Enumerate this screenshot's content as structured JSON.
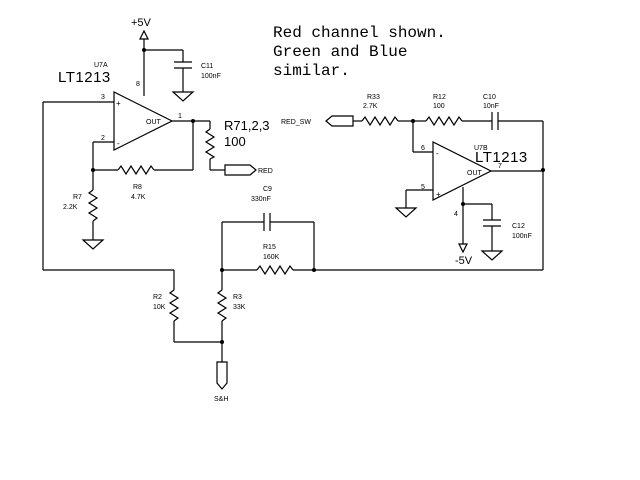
{
  "note": {
    "line1": "Red channel shown.",
    "line2": "Green and Blue",
    "line3": "similar."
  },
  "supplies": {
    "positive": "+5V",
    "negative": "-5V"
  },
  "u7a": {
    "ref": "U7A",
    "part": "LT1213",
    "output_label": "OUT",
    "pin_noninv": "3",
    "pin_inv": "2",
    "pin_out": "1",
    "pin_supply": "8",
    "sign_plus": "+",
    "sign_minus": "-"
  },
  "u7b": {
    "ref": "U7B",
    "part": "LT1213",
    "output_label": "OUT",
    "pin_inv": "6",
    "pin_noninv": "5",
    "pin_out": "7",
    "pin_supply": "4",
    "sign_plus": "+",
    "sign_minus": "-"
  },
  "components": {
    "c11": {
      "ref": "C11",
      "value": "100nF"
    },
    "c12": {
      "ref": "C12",
      "value": "100nF"
    },
    "r71": {
      "ref": "R71,2,3",
      "value": "100"
    },
    "r8": {
      "ref": "R8",
      "value": "4.7K"
    },
    "r7": {
      "ref": "R7",
      "value": "2.2K"
    },
    "c9": {
      "ref": "C9",
      "value": "330nF"
    },
    "r15": {
      "ref": "R15",
      "value": "160K"
    },
    "r2": {
      "ref": "R2",
      "value": "10K"
    },
    "r3": {
      "ref": "R3",
      "value": "33K"
    },
    "r33": {
      "ref": "R33",
      "value": "2.7K"
    },
    "r12": {
      "ref": "R12",
      "value": "100"
    },
    "c10": {
      "ref": "C10",
      "value": "10nF"
    }
  },
  "ports": {
    "red": "RED",
    "red_sw": "RED_SW",
    "sh": "S&H"
  }
}
